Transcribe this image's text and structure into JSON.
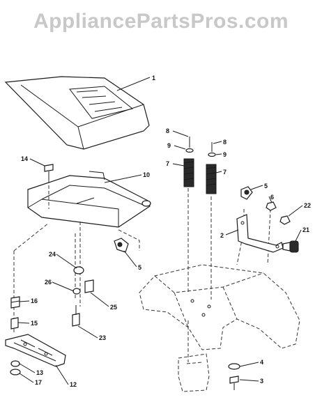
{
  "watermark": "AppliancePartsPros.com",
  "callouts": [
    {
      "id": "c1",
      "label": "1"
    },
    {
      "id": "c8a",
      "label": "8"
    },
    {
      "id": "c8b",
      "label": "8"
    },
    {
      "id": "c9a",
      "label": "9"
    },
    {
      "id": "c9b",
      "label": "9"
    },
    {
      "id": "c7a",
      "label": "7"
    },
    {
      "id": "c7b",
      "label": "7"
    },
    {
      "id": "c14",
      "label": "14"
    },
    {
      "id": "c10",
      "label": "10"
    },
    {
      "id": "c5a",
      "label": "5"
    },
    {
      "id": "c6",
      "label": "6"
    },
    {
      "id": "c22",
      "label": "22"
    },
    {
      "id": "c2",
      "label": "2"
    },
    {
      "id": "c21",
      "label": "21"
    },
    {
      "id": "c5b",
      "label": "5"
    },
    {
      "id": "c24",
      "label": "24"
    },
    {
      "id": "c26",
      "label": "26"
    },
    {
      "id": "c16",
      "label": "16"
    },
    {
      "id": "c25",
      "label": "25"
    },
    {
      "id": "c15",
      "label": "15"
    },
    {
      "id": "c23",
      "label": "23"
    },
    {
      "id": "c13",
      "label": "13"
    },
    {
      "id": "c17",
      "label": "17"
    },
    {
      "id": "c12",
      "label": "12"
    },
    {
      "id": "c4",
      "label": "4"
    },
    {
      "id": "c3",
      "label": "3"
    }
  ]
}
